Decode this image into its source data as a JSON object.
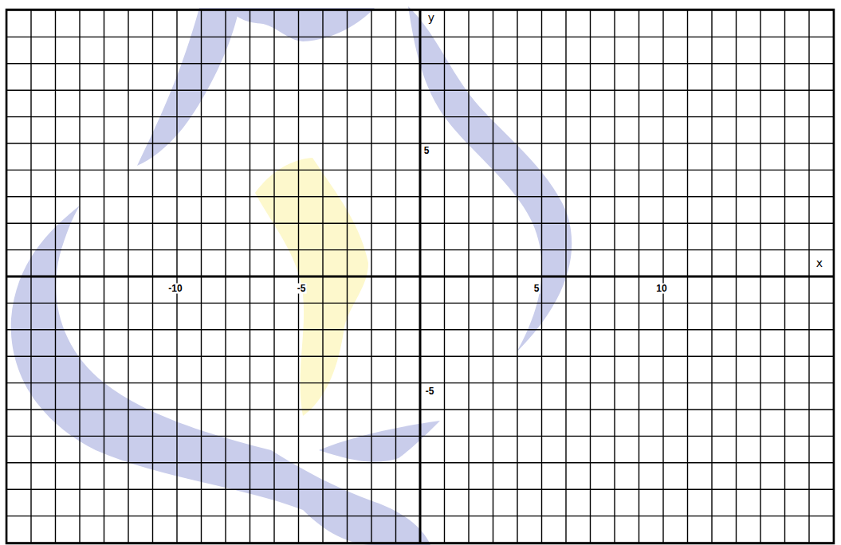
{
  "diagram": {
    "labels": [
      "y",
      "x",
      "5",
      "-10",
      "-5",
      "5",
      "10",
      "-5"
    ]
  }
}
